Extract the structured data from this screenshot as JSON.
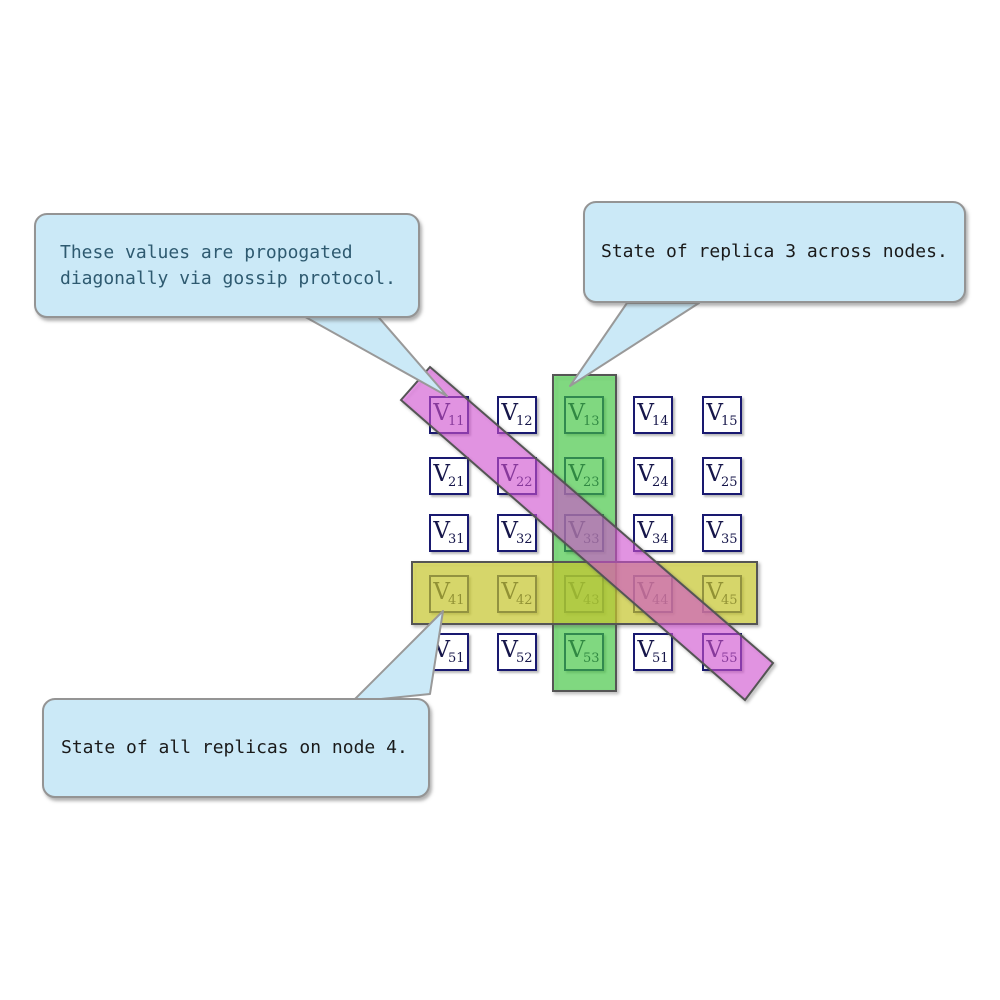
{
  "figure": {
    "background": "#ffffff"
  },
  "callouts": [
    {
      "id": "gossip",
      "lines": [
        "These values are propogated",
        "diagonally via gossip protocol."
      ],
      "text_color": "#2E5A70",
      "fill": "#CBE9F7",
      "border": "#949494"
    },
    {
      "id": "replica3",
      "lines": [
        "State of replica 3 across nodes."
      ],
      "text_color": "#1A1A1A",
      "fill": "#CBE9F7",
      "border": "#949494"
    },
    {
      "id": "node4",
      "lines": [
        "State of all replicas on node 4."
      ],
      "text_color": "#1A1A1A",
      "fill": "#CBE9F7",
      "border": "#949494"
    }
  ],
  "matrix": {
    "symbol": "V",
    "rows": [
      [
        "11",
        "12",
        "13",
        "14",
        "15"
      ],
      [
        "21",
        "22",
        "23",
        "24",
        "25"
      ],
      [
        "31",
        "32",
        "33",
        "34",
        "35"
      ],
      [
        "41",
        "42",
        "43",
        "44",
        "45"
      ],
      [
        "51",
        "52",
        "53",
        "51",
        "55"
      ]
    ],
    "cell_border_color": "#191970",
    "cell_text_color": "#16164A"
  },
  "bands": {
    "column_replica3": {
      "fill": "#3CDC3C",
      "opacity": "0.55",
      "stroke": "#555555"
    },
    "row_node4": {
      "fill": "#DCDC28",
      "opacity": "0.6",
      "stroke": "#555555"
    },
    "diagonal_gossip": {
      "fill": "#EE52EE",
      "opacity": "0.5",
      "stroke": "#555555"
    }
  }
}
